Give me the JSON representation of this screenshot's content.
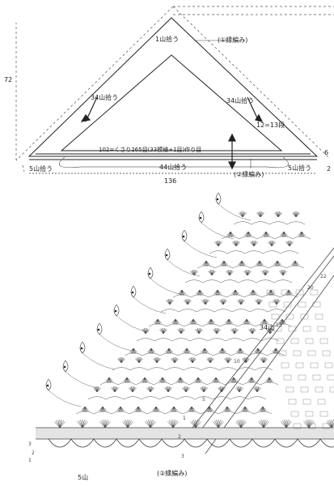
{
  "schematic": {
    "height_label": "72",
    "width_label": "136",
    "pickup_top": "1山拾う",
    "pickup_left_side": "34山拾う",
    "pickup_right_side": "34山拾う",
    "edge_pattern_top": "(①縁編み)",
    "rows_label": "12=13段",
    "foundation_note": "102=くさり265目(33模様+1目)作り目",
    "pickup_bottom_center": "44山拾う",
    "pickup_bottom_left": "5山拾う",
    "pickup_bottom_right": "5山拾う",
    "edge_pattern_bottom": "(②縁編み)",
    "corner_label_1": "6",
    "corner_label_2": "2"
  },
  "chart": {
    "side_count_label": "34山",
    "bottom_count_label": "5山",
    "edge_pattern_bottom": "(②縁編み)",
    "row_numbers": [
      "22",
      "20",
      "15",
      "10",
      "5",
      "1"
    ],
    "small_marks": [
      "3",
      "2",
      "1",
      "2",
      "3"
    ]
  }
}
